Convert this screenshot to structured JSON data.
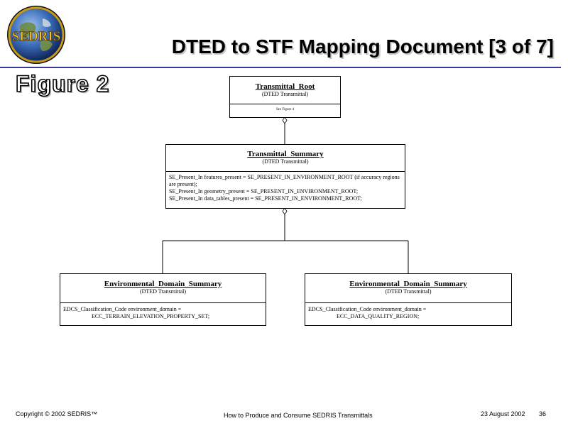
{
  "header": {
    "logo_text": "SEDRIS",
    "title": "DTED to STF Mapping Document [3 of 7]"
  },
  "figure_label": "Figure 2",
  "diagram": {
    "root": {
      "name": "Transmittal_Root",
      "stereotype": "(DTED Transmittal)",
      "note": "See Figure 4"
    },
    "summary": {
      "name": "Transmittal_Summary",
      "stereotype": "(DTED Transmittal)",
      "attributes": [
        "SE_Present_In features_present = SE_PRESENT_IN_ENVIRONMENT_ROOT (if accuracy regions are present);",
        "SE_Present_In geometry_present = SE_PRESENT_IN_ENVIRONMENT_ROOT;",
        "SE_Present_In data_tables_present = SE_PRESENT_IN_ENVIRONMENT_ROOT;"
      ]
    },
    "env_left": {
      "name": "Environmental_Domain_Summary",
      "stereotype": "(DTED Transmittal)",
      "attr_line1": "EDCS_Classification_Code environment_domain =",
      "attr_line2": "ECC_TERRAIN_ELEVATION_PROPERTY_SET;"
    },
    "env_right": {
      "name": "Environmental_Domain_Summary",
      "stereotype": "(DTED Transmittal)",
      "attr_line1": "EDCS_Classification_Code environment_domain =",
      "attr_line2": "ECC_DATA_QUALITY_REGION;"
    }
  },
  "footer": {
    "copyright": "Copyright © 2002 SEDRIS™",
    "center": "How to Produce and Consume SEDRIS Transmittals",
    "date": "23 August 2002",
    "page": "36"
  },
  "colors": {
    "rule": "#3a3a9a",
    "logo_gold": "#e8b820",
    "logo_globe": "#3a6bb8"
  }
}
